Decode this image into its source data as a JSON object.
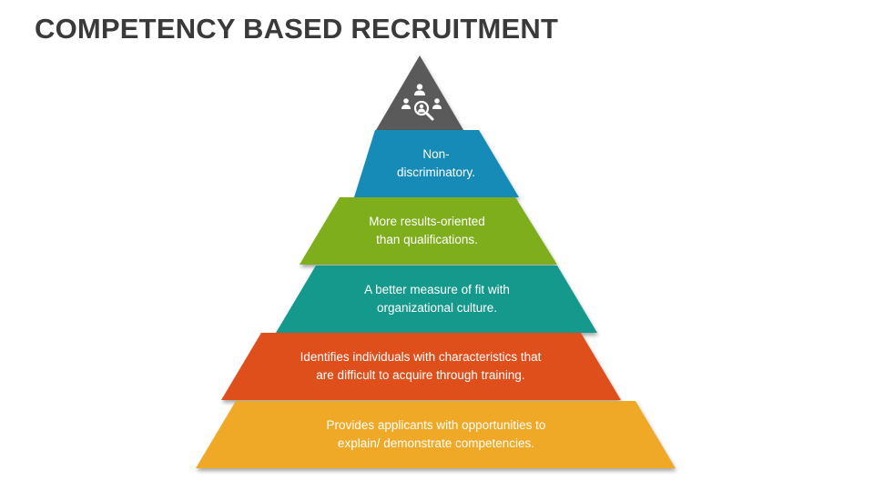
{
  "title": "COMPETENCY BASED RECRUITMENT",
  "apex": {
    "icon": "people-search-icon",
    "color": "#5a5a5a"
  },
  "tiers": [
    {
      "text": "Non-\ndiscriminatory.",
      "color": "#138bb8"
    },
    {
      "text": "More results-oriented\nthan qualifications.",
      "color": "#7fae1c"
    },
    {
      "text": "A better measure of fit with\norganizational culture.",
      "color": "#14998d"
    },
    {
      "text": "Identifies individuals with characteristics that\nare difficult to acquire through training.",
      "color": "#df4f1f"
    },
    {
      "text": "Provides applicants with opportunities to\nexplain/ demonstrate competencies.",
      "color": "#efa927"
    }
  ]
}
